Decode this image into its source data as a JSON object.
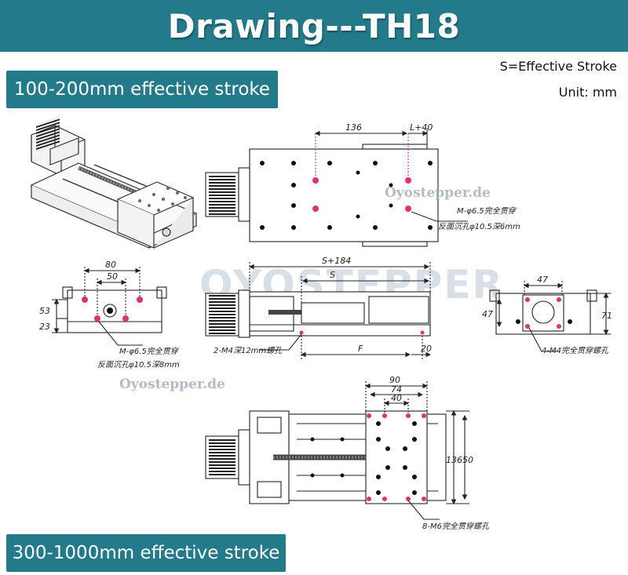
{
  "header": {
    "title": "Drawing---TH18"
  },
  "sections": {
    "top_label": "100-200mm effective stroke",
    "bottom_label": "300-1000mm effective stroke"
  },
  "notes": {
    "stroke_note": "S=Effective Stroke",
    "unit_note": "Unit: mm"
  },
  "watermarks": {
    "small": "Oyostepper.de",
    "large": "OYOSTEPPER"
  },
  "colors": {
    "accent": "#237a8a",
    "hole_marker": "#e0307a",
    "line": "#222222"
  },
  "top_view": {
    "dim_136": "136",
    "dim_l40": "L+40",
    "hole_note_1": "M-φ6.5完全贯穿",
    "hole_note_2": "反面沉孔φ10.5深6mm"
  },
  "end_view_left": {
    "dim_80": "80",
    "dim_50": "50",
    "dim_53": "53",
    "dim_23": "23",
    "hole_note_1": "M-φ6.5完全贯穿",
    "hole_note_2": "反面沉孔φ10.5深8mm"
  },
  "side_view": {
    "dim_s184": "S+184",
    "dim_s": "S",
    "dim_f": "F",
    "dim_20": "20",
    "hole_note": "2-M4深12mm螺孔"
  },
  "end_view_right": {
    "dim_47_top": "47",
    "dim_47_left": "47",
    "dim_71": "71",
    "hole_note": "4-M4完全贯穿螺孔"
  },
  "bottom_view": {
    "dim_90": "90",
    "dim_74": "74",
    "dim_40": "40",
    "dim_136_50": "13650",
    "hole_note": "8-M6完全贯穿螺孔"
  }
}
